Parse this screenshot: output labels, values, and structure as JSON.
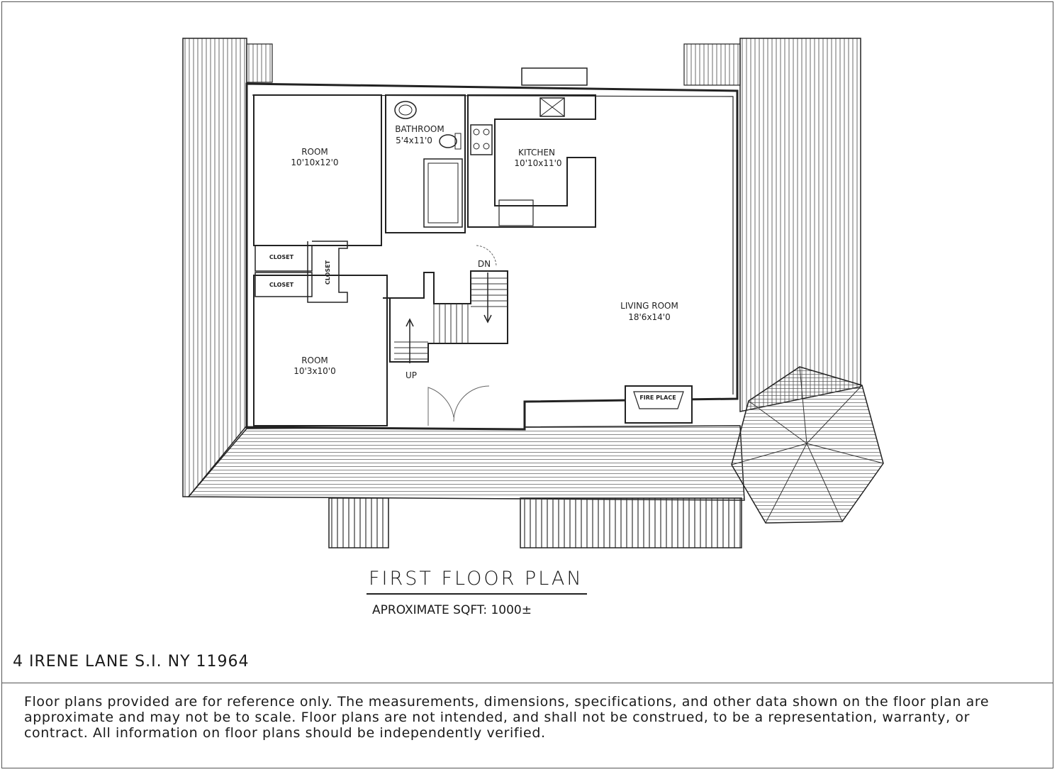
{
  "plan": {
    "rooms": [
      {
        "key": "room1",
        "name": "ROOM",
        "size": "10'10x12'0"
      },
      {
        "key": "bath",
        "name": "BATHROOM",
        "size": "5'4x11'0"
      },
      {
        "key": "kitchen",
        "name": "KITCHEN",
        "size": "10'10x11'0"
      },
      {
        "key": "living",
        "name": "LIVING ROOM",
        "size": "18'6x14'0"
      },
      {
        "key": "room2",
        "name": "ROOM",
        "size": "10'3x10'0"
      }
    ],
    "closets": [
      "CLOSET",
      "CLOSET",
      "CLOSET"
    ],
    "fireplace": "FIRE PLACE",
    "stairs_down": "DN",
    "stairs_up": "UP"
  },
  "title": "FIRST FLOOR PLAN",
  "sqft": "APROXIMATE SQFT: 1000±",
  "address": "4 IRENE LANE S.I. NY 11964",
  "disclaimer": "Floor plans provided are for reference only. The measurements, dimensions, specifications, and other data shown on the floor plan are approximate and may not be to scale. Floor plans are not intended, and shall not be construed, to be a representation, warranty, or contract. All information on floor plans should be independently verified."
}
